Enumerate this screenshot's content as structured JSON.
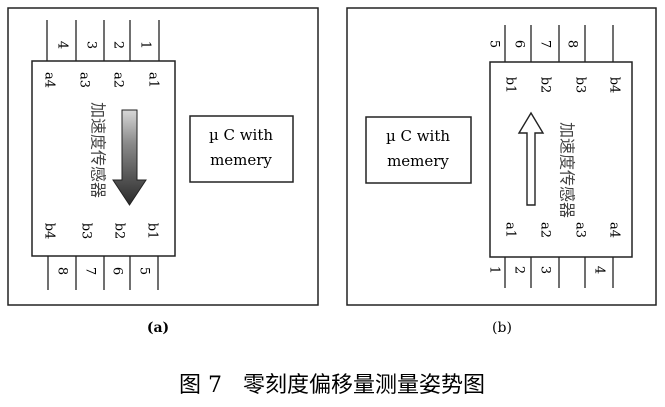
{
  "panel_a": {
    "label": "(a)",
    "top_pins": [
      "4",
      "3",
      "2",
      "1"
    ],
    "bottom_pins": [
      "8",
      "7",
      "6",
      "5"
    ],
    "pads_top": [
      "a4",
      "a3",
      "a2",
      "a1"
    ],
    "pads_bottom": [
      "b4",
      "b3",
      "b2",
      "b1"
    ],
    "sensor_text": "加速度传感器",
    "mcu_line1": "µ C with",
    "mcu_line2": "memery"
  },
  "panel_b": {
    "label": "(b)",
    "top_pins": [
      "5",
      "6",
      "7",
      "8"
    ],
    "bottom_pins": [
      "1",
      "2",
      "3",
      "4"
    ],
    "pads_top": [
      "b1",
      "b2",
      "b3",
      "b4"
    ],
    "pads_bottom": [
      "a1",
      "a2",
      "a3",
      "a4"
    ],
    "sensor_text": "加速度传感器",
    "mcu_line1": "µ C with",
    "mcu_line2": "memery"
  },
  "caption": "图 7   零刻度偏移量测量姿势图"
}
